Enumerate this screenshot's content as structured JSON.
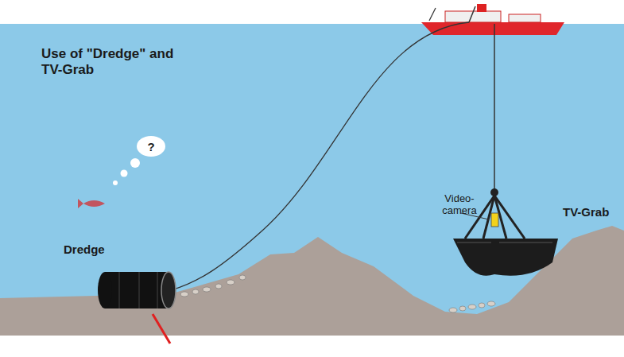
{
  "diagram": {
    "title": "Use of \"Dredge\" and TV-Grab",
    "nodes": [
      {
        "text": [
          "?"
        ]
      }
    ],
    "labels": [
      "Video-camera",
      "TV-Grab",
      "Dredge"
    ]
  }
}
